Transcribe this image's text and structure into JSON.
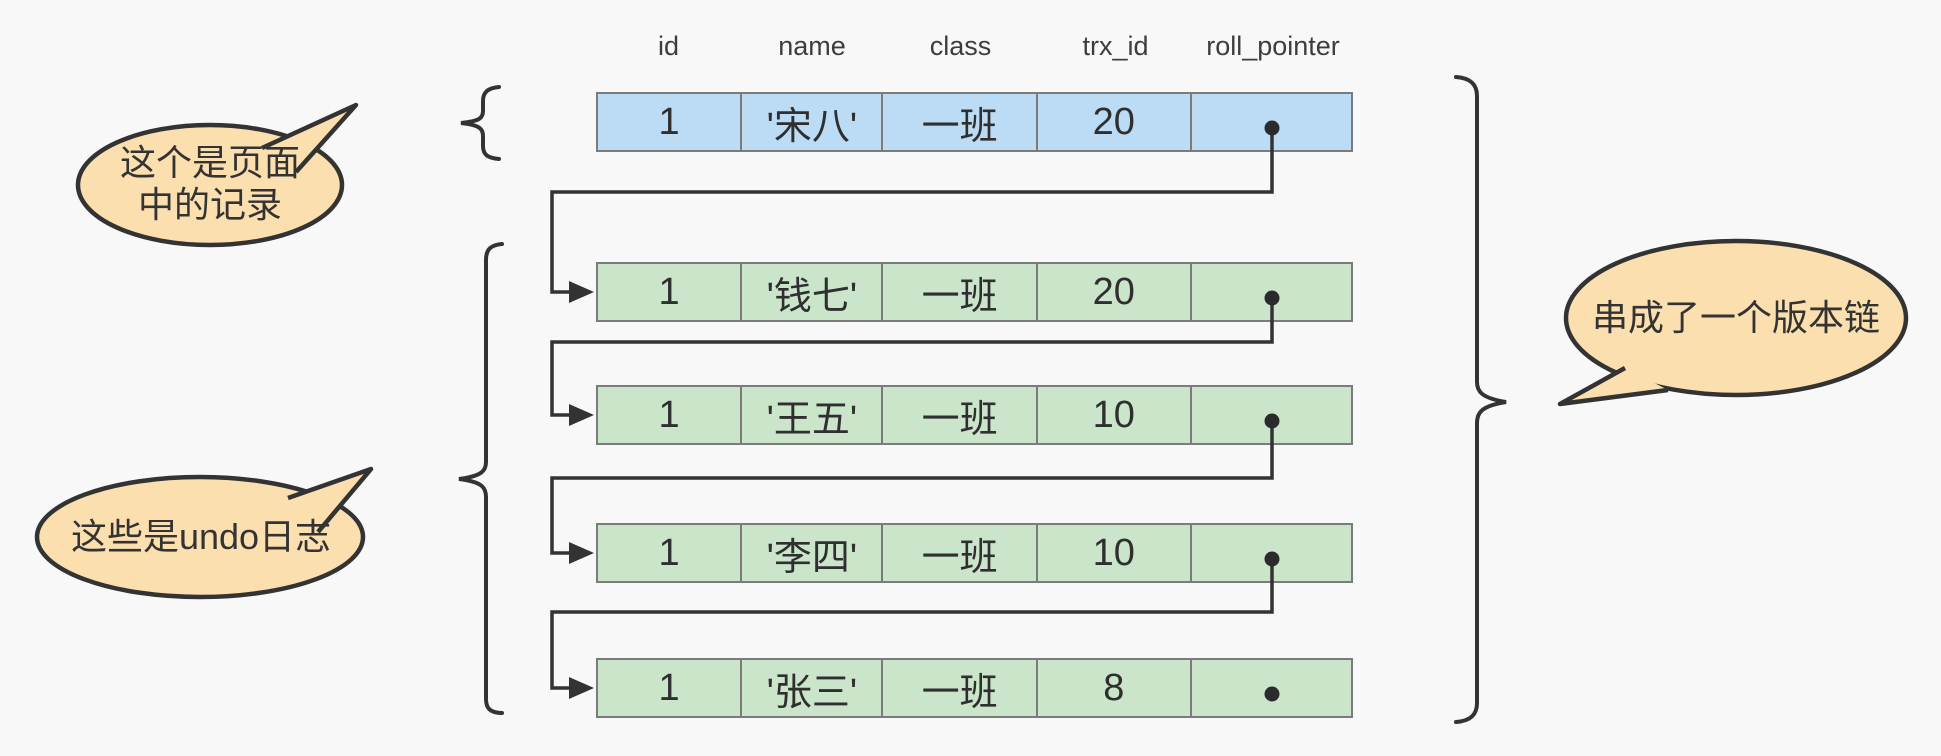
{
  "table": {
    "columns": [
      "id",
      "name",
      "class",
      "trx_id",
      "roll_pointer"
    ],
    "page_record": {
      "id": "1",
      "name": "'宋八'",
      "class": "一班",
      "trx_id": "20"
    },
    "undo_logs": [
      {
        "id": "1",
        "name": "'钱七'",
        "class": "一班",
        "trx_id": "20"
      },
      {
        "id": "1",
        "name": "'王五'",
        "class": "一班",
        "trx_id": "10"
      },
      {
        "id": "1",
        "name": "'李四'",
        "class": "一班",
        "trx_id": "10"
      },
      {
        "id": "1",
        "name": "'张三'",
        "class": "一班",
        "trx_id": "8"
      }
    ]
  },
  "callouts": {
    "page_record": {
      "line1": "这个是页面",
      "line2": "中的记录"
    },
    "undo_logs": {
      "text": "这些是undo日志"
    },
    "version_chain": {
      "text": "串成了一个版本链"
    }
  },
  "colors": {
    "background": "#f8f8f8",
    "record_row": "#bcdcf5",
    "undo_row": "#cbe5cb",
    "callout": "#fbdfae",
    "line": "#333333",
    "cell_border": "#7b7b7b"
  }
}
